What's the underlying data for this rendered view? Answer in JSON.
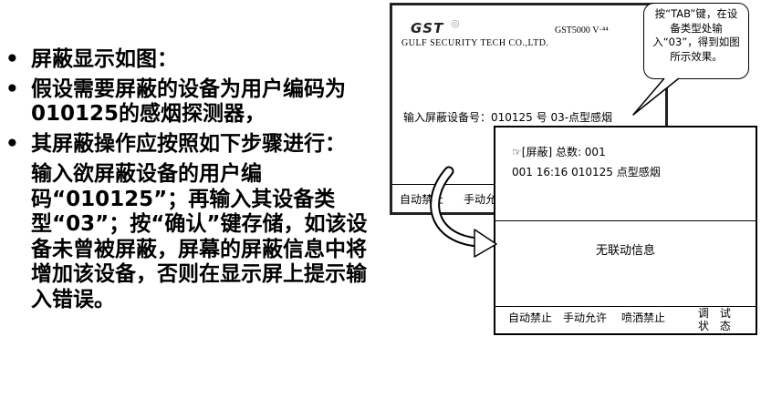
{
  "slide": {
    "bullets": [
      "屏蔽显示如图：",
      "假设需要屏蔽的设备为用户编码为010125的感烟探测器，",
      "其屏蔽操作应按照如下步骤进行："
    ],
    "paragraph": "输入欲屏蔽设备的用户编码“010125”；再输入其设备类型“03”；按“确认”键存储，如该设备未曾被屏蔽，屏幕的屏蔽信息中将增加该设备，否则在显示屏上提示输入错误。"
  },
  "screen1": {
    "logo": "GST",
    "model": "GST5000  V·⁴⁴",
    "company": "GULF  SECURITY  TECH  CO.,LTD.",
    "input_line": "输入屏蔽设备号：010125 号 03-点型感烟",
    "footer": [
      "自动禁止",
      "手动允"
    ]
  },
  "callout": {
    "text": "按“TAB”键，在设备类型处输入“03”，得到如图所示效果。"
  },
  "screen2": {
    "header_icon": "hand-pointer-icon",
    "header": "[屏蔽] 总数: 001",
    "row": "001  16:16  010125  点型感烟",
    "message": "无联动信息",
    "footer": [
      "自动禁止",
      "手动允许",
      "喷洒禁止"
    ],
    "footer_status": "调 试 状 态"
  }
}
